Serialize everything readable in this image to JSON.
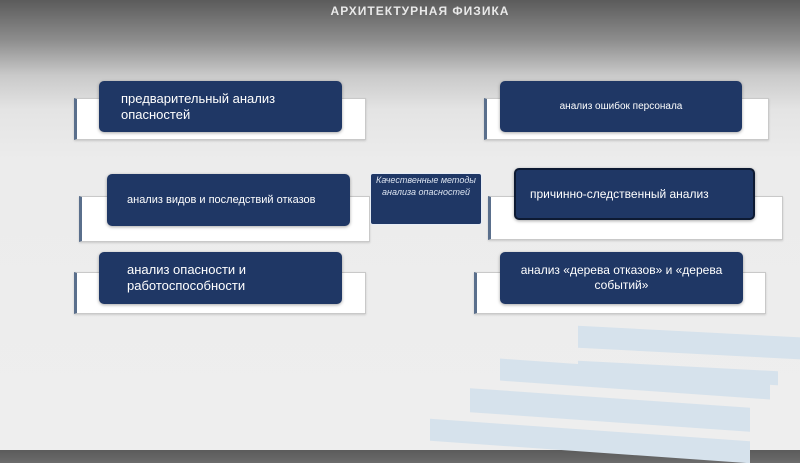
{
  "slide": {
    "title": "АРХИТЕКТУРНАЯ ФИЗИКА"
  },
  "center": {
    "label": "Качественные методы анализа опасностей"
  },
  "methods": {
    "preliminary": "предварительный анализ опасностей",
    "failure_modes": "анализ видов и последствий отказов",
    "hazard_operability": "анализ опасности и работоспособности",
    "human_error": "анализ ошибок персонала",
    "cause_effect": "причинно-следственный анализ",
    "fault_event_tree": "анализ «дерева отказов» и «дерева событий»"
  },
  "colors": {
    "node_fill": "#1f3765",
    "background": "#eeeeee",
    "stripe": "#d6e2ec"
  }
}
